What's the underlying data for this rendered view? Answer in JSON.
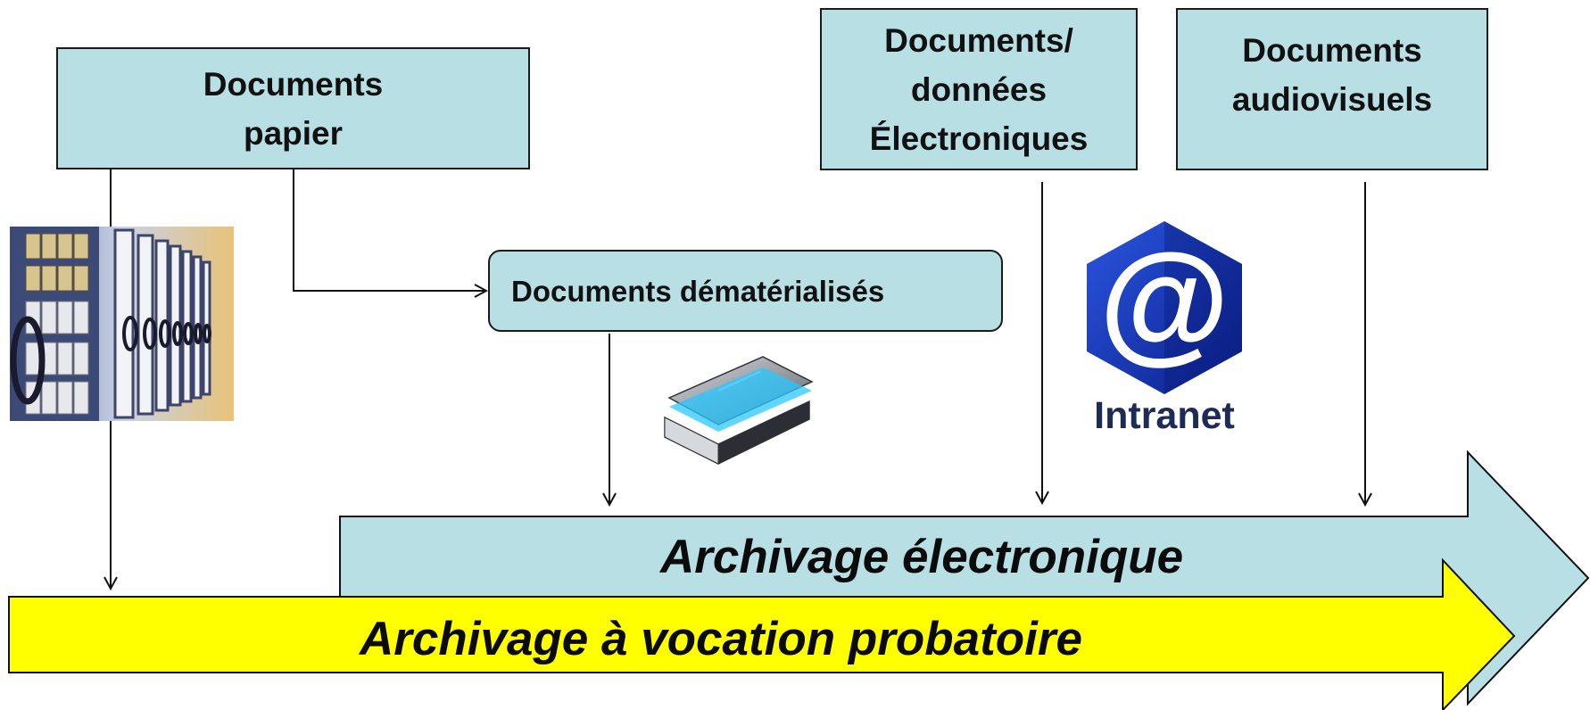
{
  "boxes": {
    "paper": "Documents\npapier",
    "dematerialized": "Documents dématérialisés",
    "electronic": "Documents/\ndonnées\nÉlectroniques",
    "audiovisual": "Documents\naudiovisuels"
  },
  "arrows": {
    "electronic_archiving": "Archivage électronique",
    "probatory_archiving": "Archivage à vocation probatoire"
  },
  "logos": {
    "intranet": "Intranet",
    "at_symbol": "@"
  },
  "colors": {
    "box_fill": "#b8dfe3",
    "electronic_arrow_fill": "#b8dfe3",
    "probatory_arrow_fill": "#ffff00",
    "intranet_blue": "#1638b5",
    "intranet_text": "#1d2b59"
  },
  "icons": {
    "archive_shelves": "mobile-shelving-photo-icon",
    "scanner": "flatbed-scanner-icon",
    "intranet": "intranet-at-icon"
  }
}
